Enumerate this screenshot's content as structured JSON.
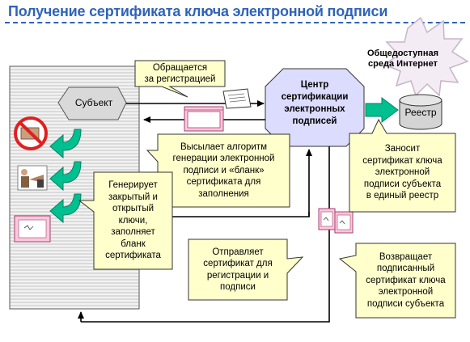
{
  "title": "Получение сертификата ключа электронной подписи",
  "internet": {
    "label": "Общедоступная\nсреда Интернет"
  },
  "subject": {
    "label": "Субъект"
  },
  "center": {
    "label": "Центр\nсертификации\nэлектронных\nподписей"
  },
  "registry": {
    "label": "Реестр"
  },
  "callouts": {
    "register": "Обращается\nза регистрацией",
    "sends_algorithm": "Высылает алгоритм\nгенерации электронной\nподписи и «бланк»\nсертификата для\nзаполнения",
    "generates": "Генерирует\nзакрытый и\nоткрытый\nключи,\nзаполняет\nбланк\nсертификата",
    "sends_certificate": "Отправляет\nсертификат для\nрегистрации  и\nподписи",
    "enters_registry": "Заносит\nсертификат ключа\nэлектронной\nподписи субъекта\nв единый реестр",
    "returns_signed": "Возвращает\nподписанный\nсертификат ключа\nэлектронной\nподписи субъекта"
  },
  "colors": {
    "title": "#2f63b8",
    "callout_fill": "#ffffcc",
    "center_fill": "#dcdcff",
    "subject_fill": "#d9d9d9",
    "registry_fill": "#d4d4d4",
    "green_arrow": "#00c090",
    "certificate_pink": "#ffc8dc",
    "prohibit_red": "#e02020"
  },
  "icons": [
    "no-entry-icon",
    "handshake-icon",
    "hand-writing-icon",
    "certificate-icon",
    "document-icon",
    "starburst-icon"
  ]
}
